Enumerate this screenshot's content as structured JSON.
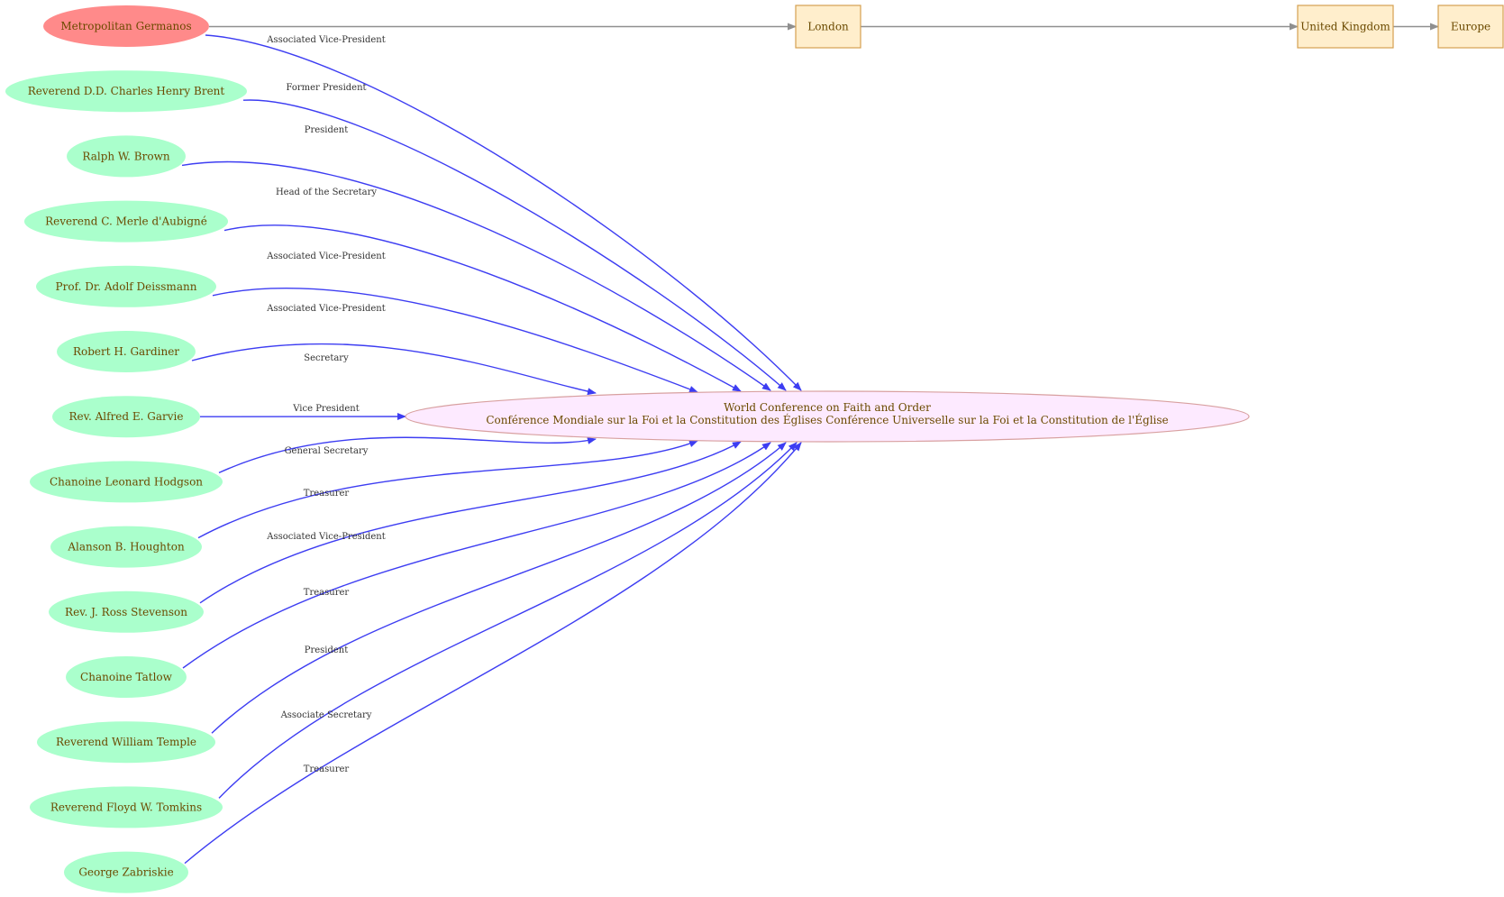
{
  "colors": {
    "person_fill": "#aaffcc",
    "highlight_fill": "#ff8a8a",
    "center_fill": "#fdeaff",
    "center_stroke": "#d8a0a0",
    "place_fill": "#ffeecc",
    "place_stroke": "#d4a050",
    "member_edge": "#3d3df2",
    "place_edge": "#8f8f8f",
    "label_text": "#6b4a00"
  },
  "diagram": {
    "center": {
      "line1": "World Conference on Faith and Order",
      "line2": "Conférence Mondiale sur la Foi et la Constitution des Églises  Conférence Universelle sur la Foi et la Constitution de l'Église"
    },
    "people": [
      {
        "name": "Metropolitan Germanos",
        "role": "Associated Vice-President",
        "highlight": true
      },
      {
        "name": "Reverend D.D. Charles Henry Brent",
        "role": "Former President"
      },
      {
        "name": "Ralph W. Brown",
        "role": "President"
      },
      {
        "name": "Reverend C. Merle d'Aubigné",
        "role": "Head of the Secretary"
      },
      {
        "name": "Prof. Dr.  Adolf Deissmann",
        "role": "Associated Vice-President"
      },
      {
        "name": "Robert H. Gardiner",
        "role": "Associated Vice-President"
      },
      {
        "name": "Rev. Alfred E. Garvie",
        "role": "Secretary"
      },
      {
        "name": "Chanoine Leonard Hodgson",
        "role": "Vice President"
      },
      {
        "name": "Alanson B. Houghton",
        "role": "General Secretary"
      },
      {
        "name": "Rev. J. Ross Stevenson",
        "role": "Treasurer"
      },
      {
        "name": "Chanoine Tatlow",
        "role": "Associated Vice-President"
      },
      {
        "name": "Reverend  William Temple",
        "role": "Treasurer"
      },
      {
        "name": "Reverend  Floyd W. Tomkins",
        "role": "President"
      },
      {
        "name": "George Zabriskie",
        "role": "Associate Secretary"
      }
    ],
    "extra_edge_label": "Treasurer",
    "places": [
      "London",
      "United Kingdom",
      "Europe"
    ]
  }
}
